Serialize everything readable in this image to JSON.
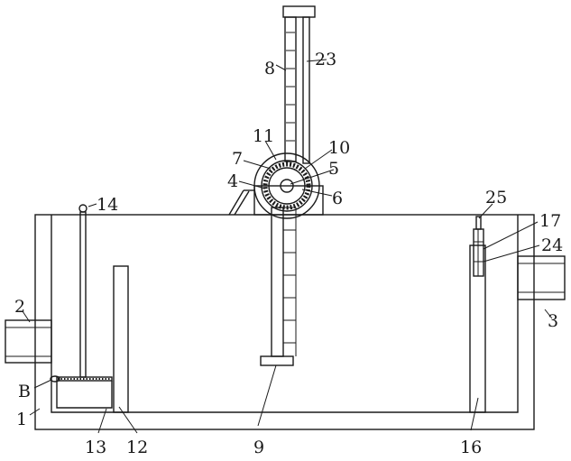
{
  "colors": {
    "line": "#1a1a1a",
    "background": "#ffffff"
  },
  "labels": {
    "l1": "1",
    "l2": "2",
    "l3": "3",
    "l4": "4",
    "l5": "5",
    "l6": "6",
    "l7": "7",
    "l8": "8",
    "l9": "9",
    "l10": "10",
    "l11": "11",
    "l12": "12",
    "l13": "13",
    "l14": "14",
    "l16": "16",
    "l17": "17",
    "l23": "23",
    "l24": "24",
    "l25": "25",
    "lB": "B"
  }
}
